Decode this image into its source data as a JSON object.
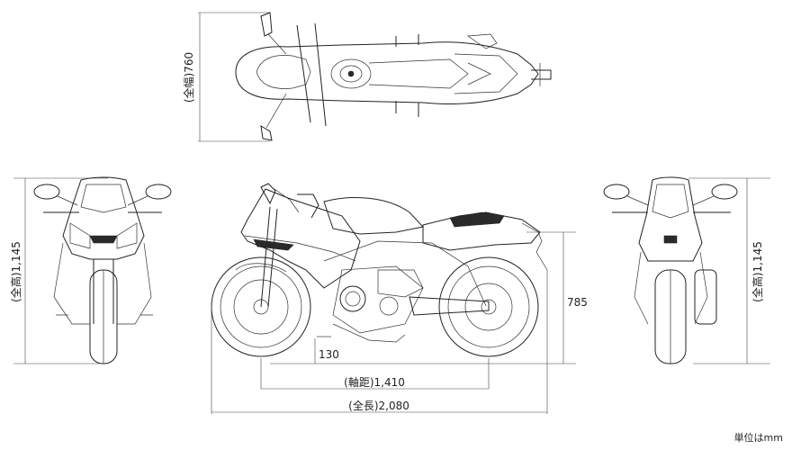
{
  "labels": {
    "width": "(全幅)760",
    "height_left": "(全高)1,145",
    "height_right": "(全高)1,145",
    "seat_height": "785",
    "ground_clearance": "130",
    "wheelbase": "(軸距)1,410",
    "overall_length": "(全長)2,080",
    "unit": "単位はmm"
  }
}
